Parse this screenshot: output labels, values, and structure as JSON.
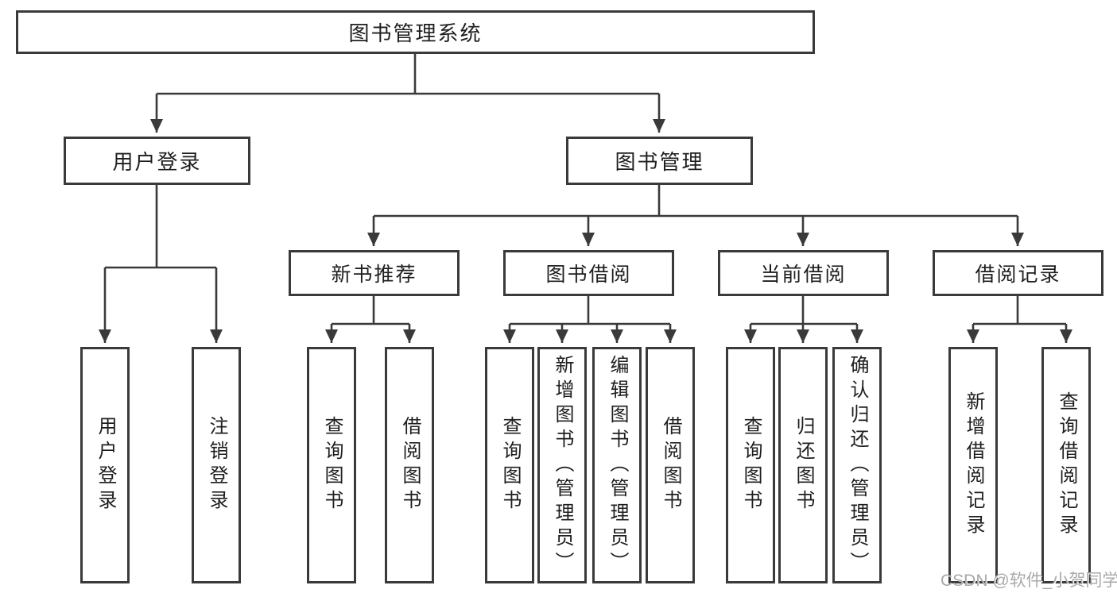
{
  "colors": {
    "line": "#3a3a3a",
    "text": "#1e1e1e",
    "bg": "#ffffff",
    "watermark": "#a9a9a9"
  },
  "tree": {
    "root": {
      "label": "图书管理系统"
    },
    "branches": [
      {
        "label": "用户登录",
        "children": [
          {
            "label": "用户登录"
          },
          {
            "label": "注销登录"
          }
        ]
      },
      {
        "label": "图书管理",
        "children": [
          {
            "label": "新书推荐",
            "children": [
              {
                "label": "查询图书"
              },
              {
                "label": "借阅图书"
              }
            ]
          },
          {
            "label": "图书借阅",
            "children": [
              {
                "label": "查询图书"
              },
              {
                "label": "新增图书（管理员）"
              },
              {
                "label": "编辑图书（管理员）"
              },
              {
                "label": "借阅图书"
              }
            ]
          },
          {
            "label": "当前借阅",
            "children": [
              {
                "label": "查询图书"
              },
              {
                "label": "归还图书"
              },
              {
                "label": "确认归还（管理员）"
              }
            ]
          },
          {
            "label": "借阅记录",
            "children": [
              {
                "label": "新增借阅记录"
              },
              {
                "label": "查询借阅记录"
              }
            ]
          }
        ]
      }
    ]
  },
  "watermark": {
    "text": "CSDN @软件_小贺同学"
  }
}
